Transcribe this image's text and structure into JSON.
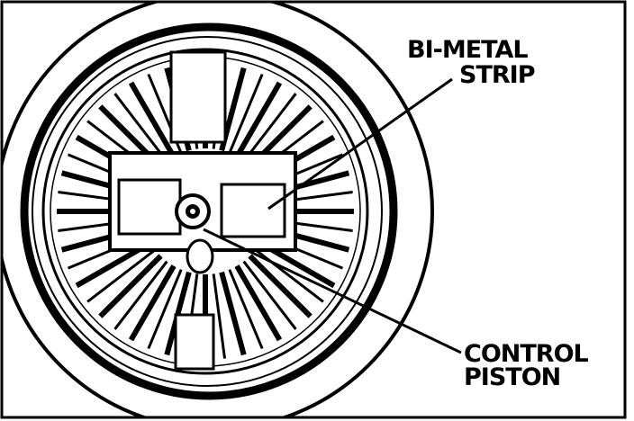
{
  "labels": {
    "bimetal_line1": "BI-METAL",
    "bimetal_line2": "STRIP",
    "piston_line1": "CONTROL",
    "piston_line2": "PISTON"
  },
  "colors": {
    "ink": "#000000",
    "paper": "#ffffff"
  },
  "spoke_count": 48
}
